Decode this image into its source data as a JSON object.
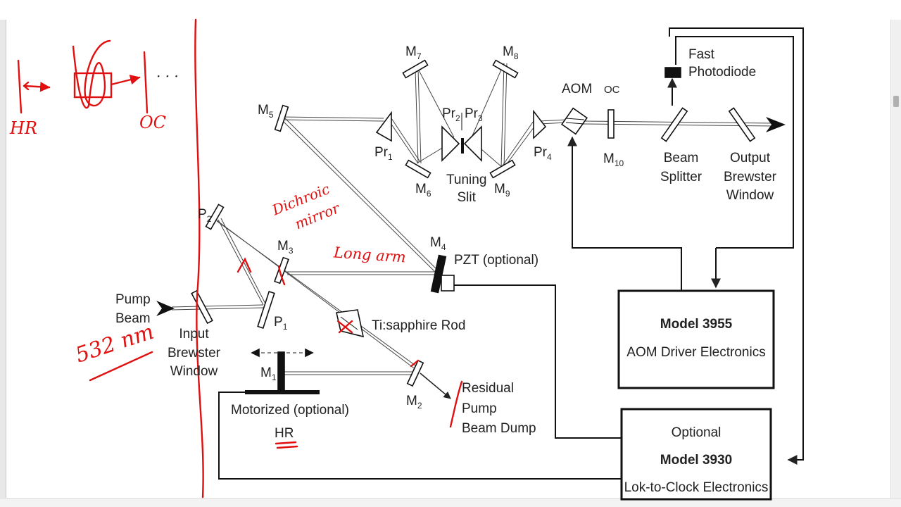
{
  "diagram": {
    "components": {
      "fast": "Fast",
      "photodiode": "Photodiode",
      "aom": "AOM",
      "oc": "OC",
      "m10": "M",
      "m10_sub": "10",
      "beam_splitter_1": "Beam",
      "beam_splitter_2": "Splitter",
      "output_1": "Output",
      "output_2": "Brewster",
      "output_3": "Window",
      "m5": "M",
      "m5_sub": "5",
      "m6": "M",
      "m6_sub": "6",
      "m7": "M",
      "m7_sub": "7",
      "m8": "M",
      "m8_sub": "8",
      "m9": "M",
      "m9_sub": "9",
      "pr1": "Pr",
      "pr1_sub": "1",
      "pr2": "Pr",
      "pr2_sub": "2",
      "pr3": "Pr",
      "pr3_sub": "3",
      "pr4": "Pr",
      "pr4_sub": "4",
      "tuning_1": "Tuning",
      "tuning_2": "Slit",
      "p2": "P",
      "p2_sub": "2",
      "m3": "M",
      "m3_sub": "3",
      "m4": "M",
      "m4_sub": "4",
      "pzt": "PZT (optional)",
      "pump_1": "Pump",
      "pump_2": "Beam",
      "input_1": "Input",
      "input_2": "Brewster",
      "input_3": "Window",
      "p1": "P",
      "p1_sub": "1",
      "rod": "Ti:sapphire Rod",
      "m1": "M",
      "m1_sub": "1",
      "motorized": "Motorized (optional)",
      "hr": "HR",
      "m2": "M",
      "m2_sub": "2",
      "dump_1": "Residual",
      "dump_2": "Pump",
      "dump_3": "Beam Dump"
    },
    "boxes": {
      "aom_driver_model": "Model 3955",
      "aom_driver_desc": "AOM Driver Electronics",
      "lok_optional": "Optional",
      "lok_model": "Model 3930",
      "lok_desc": "Lok-to-Clock Electronics"
    }
  },
  "annotations": {
    "hr": "HR",
    "oc": "OC",
    "dots": "· · ·",
    "dichroic_1": "Dichroic",
    "dichroic_2": "mirror",
    "long_arm": "Long arm",
    "wavelength": "532 nm"
  },
  "colors": {
    "ink": "#222222",
    "annotation": "#e01010"
  }
}
